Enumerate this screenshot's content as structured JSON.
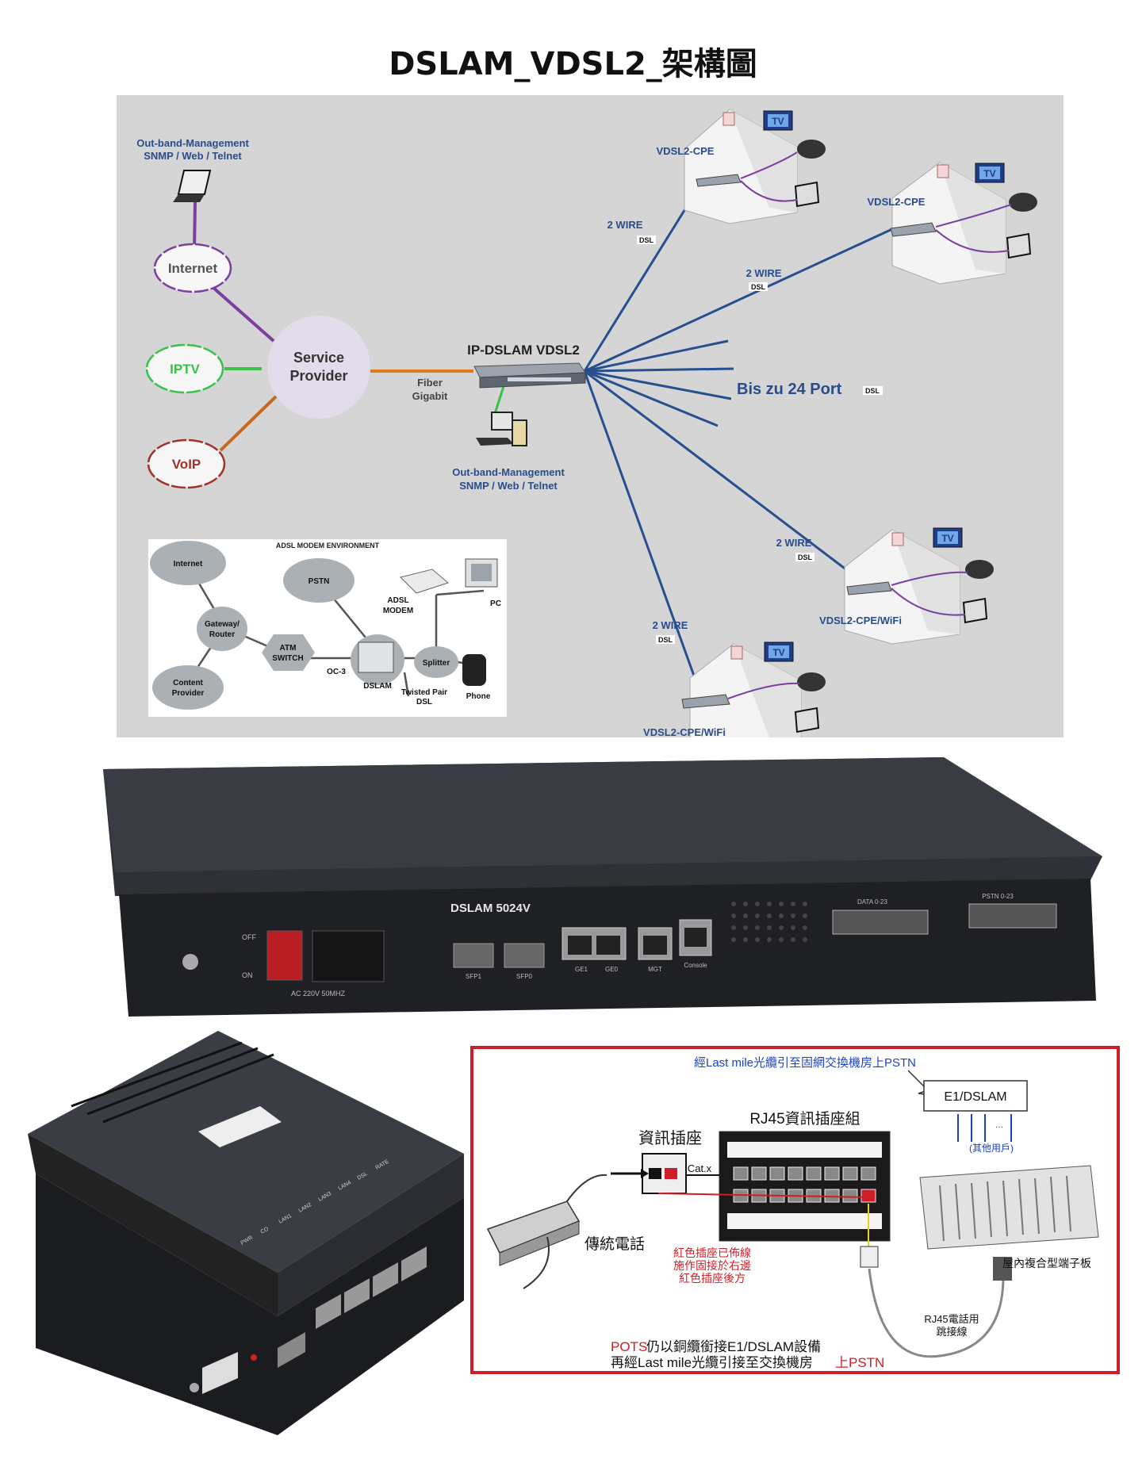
{
  "title": "DSLAM_VDSL2_架構圖",
  "network": {
    "mgmt_top": {
      "line1": "Out-band-Management",
      "line2": "SNMP / Web / Telnet"
    },
    "internet": "Internet",
    "iptv": "IPTV",
    "voip": "VoIP",
    "service_provider": {
      "line1": "Service",
      "line2": "Provider"
    },
    "fiber": {
      "line1": "Fiber",
      "line2": "Gigabit"
    },
    "dslam_label": "IP-DSLAM VDSL2",
    "mgmt_bottom": {
      "line1": "Out-band-Management",
      "line2": "SNMP / Web / Telnet"
    },
    "ports_label": "Bis zu 24 Port",
    "dsl_tag": "DSL",
    "two_wire": "2 WIRE",
    "tv": "TV",
    "cpe_labels": [
      "VDSL2-CPE",
      "VDSL2-CPE",
      "VDSL2-CPE/WiFi",
      "VDSL2-CPE/WiFi"
    ]
  },
  "adsl_inset": {
    "title": "ADSL MODEM ENVIRONMENT",
    "internet": "Internet",
    "gateway": {
      "line1": "Gateway/",
      "line2": "Router"
    },
    "content": {
      "line1": "Content",
      "line2": "Provider"
    },
    "pstn": "PSTN",
    "atm": {
      "line1": "ATM",
      "line2": "SWITCH"
    },
    "oc3": "OC-3",
    "dslam": "DSLAM",
    "modem": {
      "line1": "ADSL",
      "line2": "MODEM"
    },
    "pc": "PC",
    "splitter": "Splitter",
    "twisted": {
      "line1": "Twisted Pair",
      "line2": "DSL"
    },
    "phone": "Phone"
  },
  "device": {
    "model": "DSLAM 5024V",
    "off": "OFF",
    "on": "ON",
    "ac": "AC 220V 50MHZ",
    "sfp1": "SFP1",
    "sfp0": "SFP0",
    "ge1": "GE1",
    "ge0": "GE0",
    "mgt": "MGT",
    "console": "Console",
    "datal": "DATA 0-23",
    "pstn": "PSTN 0-23"
  },
  "cpe_device": {
    "leds": [
      "PWR",
      "CO",
      "LAN1",
      "LAN2",
      "LAN3",
      "LAN4",
      "DSL",
      "RATE"
    ]
  },
  "wiring": {
    "top_note": "經Last mile光纜引至固網交換機房上PSTN",
    "e1_box": "E1/DSLAM",
    "other_users": "(其他用戶)",
    "ellipsis": "...",
    "rj45_group": "RJ45資訊插座組",
    "info_socket": "資訊插座",
    "cat": "Cat.x",
    "phone": "傳統電話",
    "red_note": [
      "紅色插座已佈線",
      "施作固接於右邊",
      "紅色插座後方"
    ],
    "terminal": "屋內複合型端子板",
    "jumper": [
      "RJ45電話用",
      "跳接線"
    ],
    "bottom_red": "POTS",
    "bottom_line1": "仍以銅纜銜接E1/DSLAM設備",
    "bottom_line2": "再經Last mile光纜引接至交換機房",
    "bottom_red2": "上PSTN"
  }
}
